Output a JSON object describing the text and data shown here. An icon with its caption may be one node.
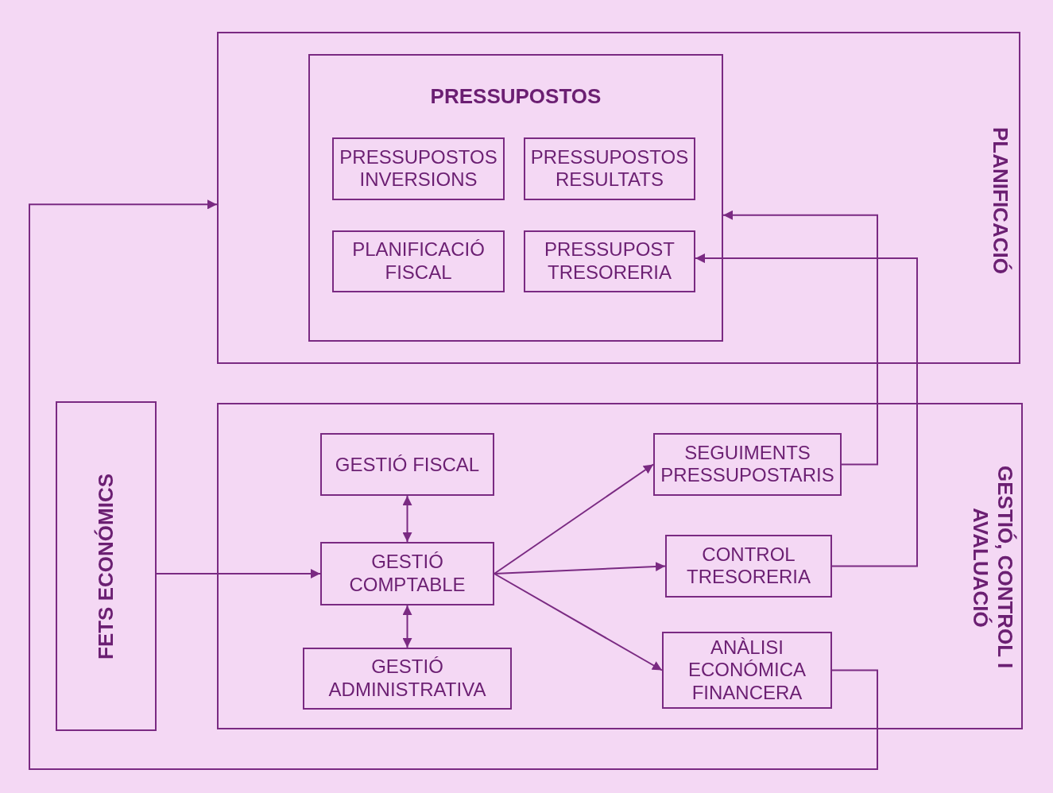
{
  "diagram": {
    "nodes": [
      {
        "text": [
          "PLANIFICACIÓ"
        ]
      },
      {
        "text": [
          "PRESSUPOSTOS"
        ],
        "in": 0
      },
      {
        "text": [
          "PRESSUPOSTOS INVERSIONS"
        ],
        "in": 1
      },
      {
        "text": [
          "PRESSUPOSTOS RESULTATS"
        ],
        "in": 1
      },
      {
        "text": [
          "PLANIFICACIÓ FISCAL"
        ],
        "in": 1
      },
      {
        "text": [
          "PRESSUPOST TRESORERIA"
        ],
        "in": 1
      },
      {
        "text": [
          "FETS ECONÓMICS"
        ]
      },
      {
        "text": [
          "GESTIÓ, CONTROL I AVALUACIÓ"
        ]
      },
      {
        "text": [
          "GESTIÓ FISCAL"
        ],
        "in": 7
      },
      {
        "text": [
          "GESTIÓ COMPTABLE"
        ],
        "in": 7
      },
      {
        "text": [
          "GESTIÓ ADMINISTRATIVA"
        ],
        "in": 7
      },
      {
        "text": [
          "SEGUIMENTS PRESSUPOSTARIS"
        ],
        "in": 7
      },
      {
        "text": [
          "CONTROL TRESORERIA"
        ],
        "in": 7
      },
      {
        "text": [
          "ANÀLISI ECONÓMICA FINANCERA"
        ],
        "in": 7
      }
    ],
    "edges": [
      {
        "from": 6,
        "to": 9,
        "arrow": "to"
      },
      {
        "from": 9,
        "to": 8,
        "arrow": "both"
      },
      {
        "from": 9,
        "to": 10,
        "arrow": "both"
      },
      {
        "from": 9,
        "to": 11,
        "arrow": "to"
      },
      {
        "from": 9,
        "to": 12,
        "arrow": "to"
      },
      {
        "from": 9,
        "to": 13,
        "arrow": "to"
      },
      {
        "from": 11,
        "to": 1,
        "arrow": "to"
      },
      {
        "from": 12,
        "to": 5,
        "arrow": "to"
      },
      {
        "from": 13,
        "to": 0,
        "arrow": "to"
      }
    ]
  }
}
